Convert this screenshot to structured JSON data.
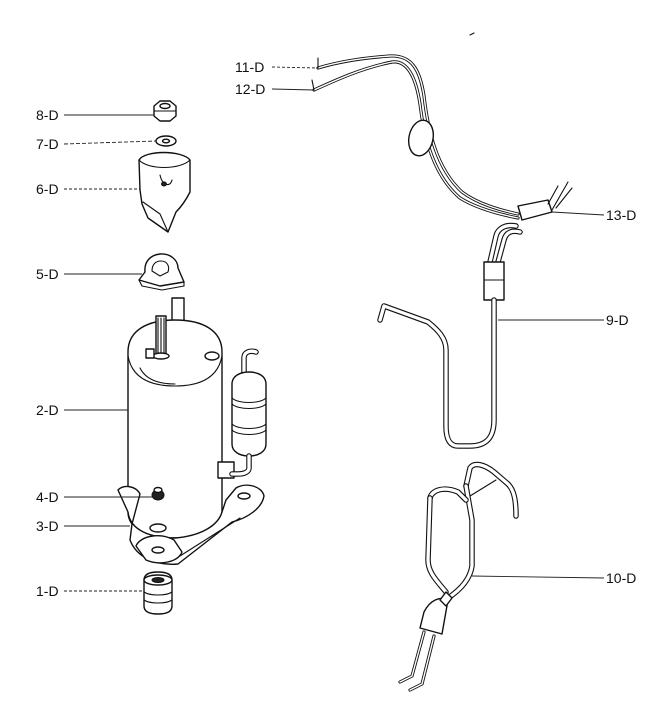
{
  "labels": {
    "p8": "8-D",
    "p7": "7-D",
    "p6": "6-D",
    "p5": "5-D",
    "p2": "2-D",
    "p4": "4-D",
    "p3": "3-D",
    "p1": "1-D",
    "p11": "11-D",
    "p12": "12-D",
    "p13": "13-D",
    "p9": "9-D",
    "p10": "10-D"
  }
}
